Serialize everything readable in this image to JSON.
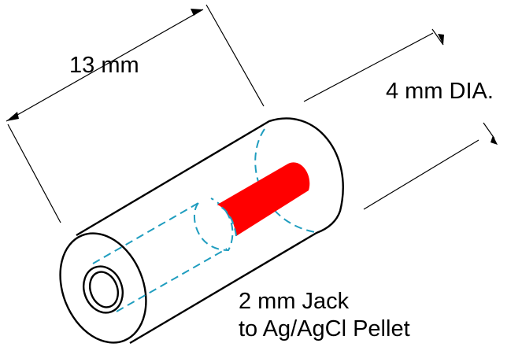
{
  "labels": {
    "length": "13 mm",
    "diameter": "4 mm DIA.",
    "jack_line1": "2 mm Jack",
    "jack_line2": "to Ag/AgCl Pellet"
  },
  "colors": {
    "outline": "#000000",
    "hidden_edge": "#1f9dbf",
    "pellet": "#ff0000",
    "background": "#ffffff"
  }
}
